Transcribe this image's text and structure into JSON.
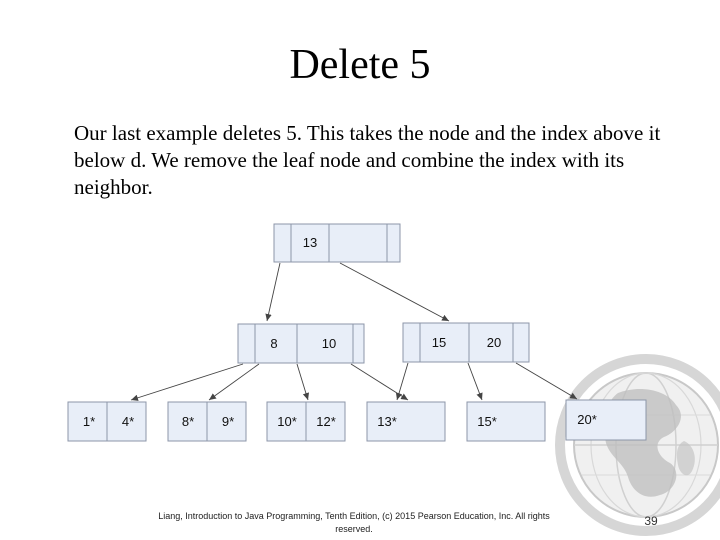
{
  "slide": {
    "title": "Delete 5",
    "body": "Our last example deletes 5.  This takes the node and the index above it below d.  We remove the leaf node and combine the index with its neighbor.",
    "footer": "Liang, Introduction to Java Programming, Tenth Edition, (c) 2015 Pearson Education, Inc. All rights reserved.",
    "page_number": "39"
  },
  "tree": {
    "root": {
      "keys": [
        "13"
      ]
    },
    "level1": [
      {
        "keys": [
          "8",
          "10"
        ]
      },
      {
        "keys": [
          "15",
          "20"
        ]
      }
    ],
    "leaves": [
      {
        "keys": [
          "1*",
          "4*"
        ]
      },
      {
        "keys": [
          "8*",
          "9*"
        ]
      },
      {
        "keys": [
          "10*",
          "12*"
        ]
      },
      {
        "keys": [
          "13*"
        ]
      },
      {
        "keys": [
          "15*"
        ]
      },
      {
        "keys": [
          "20*"
        ]
      }
    ]
  },
  "colors": {
    "node_fill": "#e8eef8",
    "node_stroke": "#8c96a8",
    "edge": "#444444",
    "globe": "#c8c8c8"
  }
}
